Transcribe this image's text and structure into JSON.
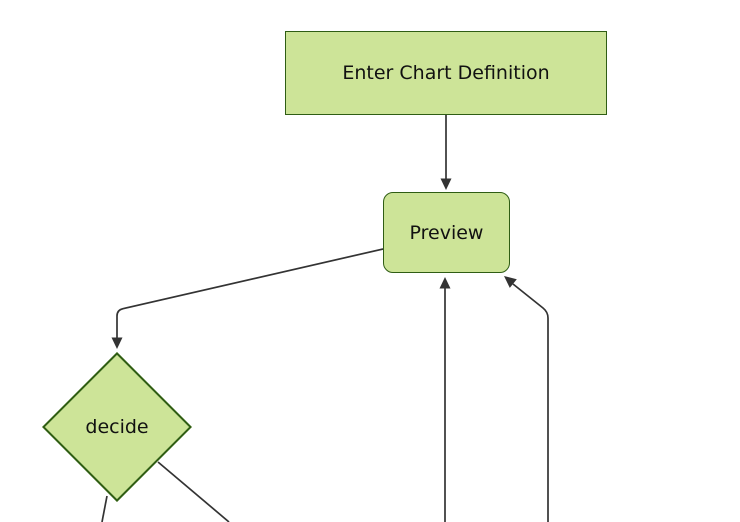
{
  "diagram": {
    "type": "flowchart",
    "direction": "top-down",
    "nodes": [
      {
        "id": "enter-chart-definition",
        "label": "Enter Chart Definition",
        "shape": "rectangle"
      },
      {
        "id": "preview",
        "label": "Preview",
        "shape": "rounded-rectangle"
      },
      {
        "id": "decide",
        "label": "decide",
        "shape": "diamond"
      }
    ],
    "edges": [
      {
        "from": "enter-chart-definition",
        "to": "preview",
        "arrow": true
      },
      {
        "from": "preview",
        "to": "decide",
        "arrow": true
      },
      {
        "from": "offscreen-bottom-center",
        "to": "preview",
        "arrow": true
      },
      {
        "from": "offscreen-bottom-right",
        "to": "preview",
        "arrow": true
      },
      {
        "from": "decide",
        "to": "offscreen-bottom-left",
        "arrow": false
      },
      {
        "from": "decide",
        "to": "offscreen-bottom",
        "arrow": false
      }
    ]
  },
  "colors": {
    "node_fill": "#cde498",
    "node_border": "#2f5d14",
    "edge": "#333333",
    "text": "#111111",
    "background": "#ffffff"
  }
}
